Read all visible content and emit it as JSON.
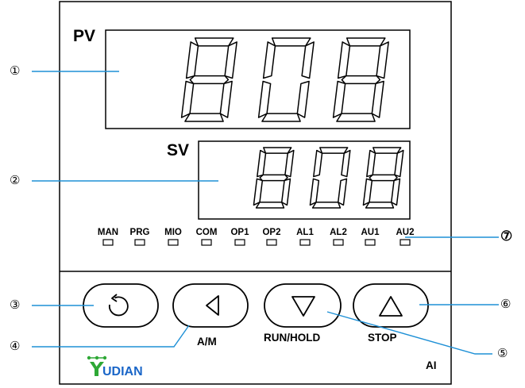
{
  "panel": {
    "pv_label": "PV",
    "sv_label": "SV",
    "pv_digits": "808",
    "sv_digits": "808"
  },
  "indicators": [
    "MAN",
    "PRG",
    "MIO",
    "COM",
    "OP1",
    "OP2",
    "AL1",
    "AL2",
    "AU1",
    "AU2"
  ],
  "buttons": {
    "set_label": "",
    "am_label": "A/M",
    "run_hold_label": "RUN/HOLD",
    "stop_label": "STOP"
  },
  "footer": {
    "ai_label": "AI",
    "brand": "UDIAN"
  },
  "callouts": [
    "①",
    "②",
    "③",
    "④",
    "⑤",
    "⑥",
    "⑦"
  ],
  "colors": {
    "leader_line": "#1e90d6",
    "brand_blue": "#1a66c8",
    "brand_green": "#2ea836"
  }
}
